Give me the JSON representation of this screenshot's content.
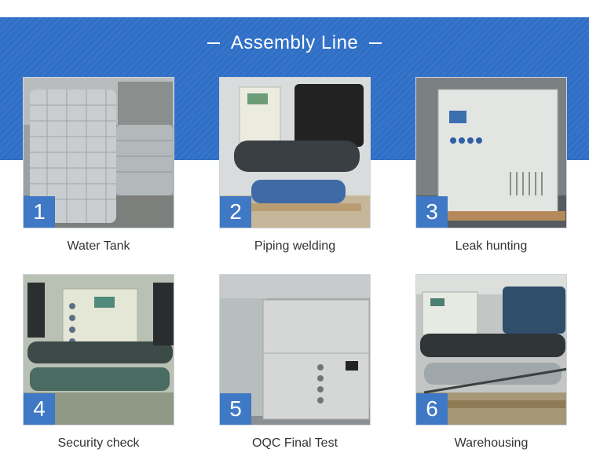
{
  "header": {
    "title": "Assembly Line"
  },
  "steps": [
    {
      "number": "1",
      "caption": "Water Tank"
    },
    {
      "number": "2",
      "caption": "Piping welding"
    },
    {
      "number": "3",
      "caption": "Leak hunting"
    },
    {
      "number": "4",
      "caption": "Security check"
    },
    {
      "number": "5",
      "caption": "OQC Final Test"
    },
    {
      "number": "6",
      "caption": "Warehousing"
    }
  ],
  "colors": {
    "banner": "#2f6fc6",
    "badge": "#3f78c4",
    "caption_text": "#333333"
  }
}
